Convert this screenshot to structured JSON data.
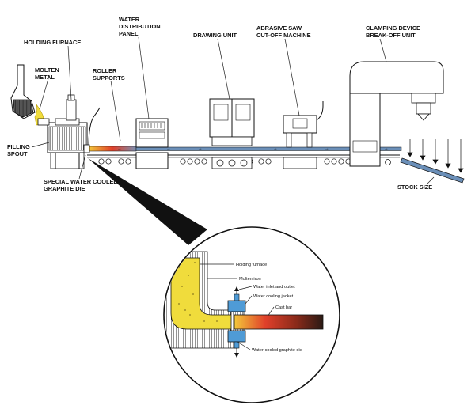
{
  "labels": {
    "holding_furnace": "HOLDING FURNACE",
    "molten_metal_1": "MOLTEN",
    "molten_metal_2": "METAL",
    "filling_spout_1": "FILLING",
    "filling_spout_2": "SPOUT",
    "graphite_die_1": "SPECIAL WATER COOLED",
    "graphite_die_2": "GRAPHITE DIE",
    "roller_supports_1": "ROLLER",
    "roller_supports_2": "SUPPORTS",
    "water_panel_1": "WATER",
    "water_panel_2": "DISTRIBUTION",
    "water_panel_3": "PANEL",
    "drawing_unit": "DRAWING UNIT",
    "saw_1": "ABRASIVE SAW",
    "saw_2": "CUT-OFF MACHINE",
    "clamping_1": "CLAMPING DEVICE",
    "clamping_2": "BREAK-OFF UNIT",
    "stock_size": "STOCK SIZE"
  },
  "detail": {
    "holding_furnace": "Holding furnace",
    "molten_iron": "Molten iron",
    "water_inlet": "Water inlet and outlet",
    "cooling_jacket": "Water cooling jacket",
    "cast_bar": "Cast bar",
    "graphite_die": "Water-cooled graphite die"
  },
  "colors": {
    "molten": "#f0dc3c",
    "hot_bar_start": "#f3c83a",
    "hot_bar_mid": "#e0402a",
    "hot_bar_end": "#3f1a12",
    "cooled_bar": "#6b8fb8",
    "water": "#4f9bd6",
    "outline": "#111111"
  }
}
